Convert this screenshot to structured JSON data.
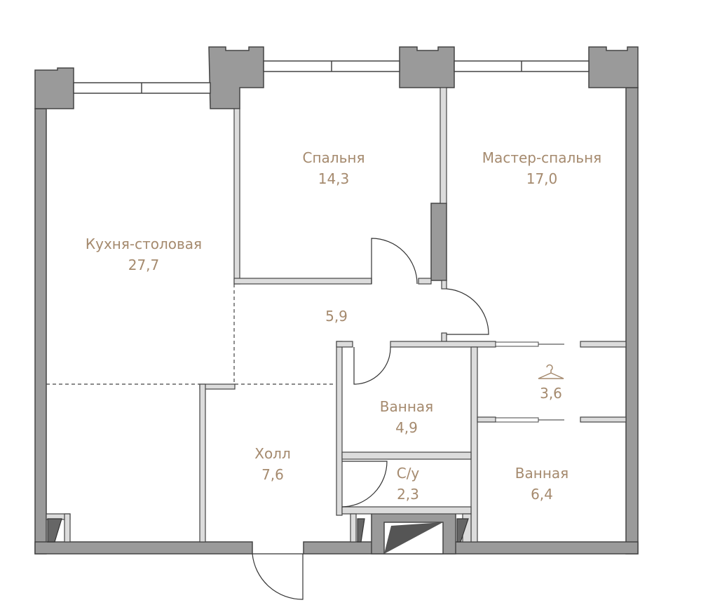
{
  "colors": {
    "outer_wall": "#9a9a9a",
    "inner_wall": "#dcdcdc",
    "outline": "#444444",
    "label": "#a58a6e"
  },
  "rooms": [
    {
      "name": "Кухня-столовая",
      "area": "27,7"
    },
    {
      "name": "Спальня",
      "area": "14,3"
    },
    {
      "name": "Мастер-спальня",
      "area": "17,0"
    },
    {
      "name": "",
      "area": "5,9"
    },
    {
      "name": "",
      "area": "3,6",
      "icon": "hanger-icon"
    },
    {
      "name": "Ванная",
      "area": "4,9"
    },
    {
      "name": "Холл",
      "area": "7,6"
    },
    {
      "name": "С/у",
      "area": "2,3"
    },
    {
      "name": "Ванная",
      "area": "6,4"
    }
  ]
}
